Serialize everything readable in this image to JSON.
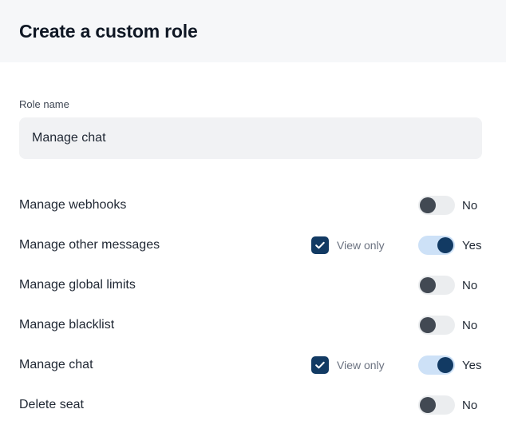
{
  "header": {
    "title": "Create a custom role",
    "background": "#f6f7f9"
  },
  "form": {
    "role_name": {
      "label": "Role name",
      "value": "Manage chat",
      "placeholder": "Role name"
    }
  },
  "colors": {
    "accent_navy": "#123a63",
    "toggle_on_track": "#cde1f7",
    "toggle_off_track": "#ebedef",
    "toggle_off_knob": "#424953",
    "text_primary": "#1f2733",
    "text_muted": "#6b7280"
  },
  "permissions": {
    "view_only_label": "View only",
    "state_labels": {
      "on": "Yes",
      "off": "No"
    },
    "rows": [
      {
        "label": "Manage webhooks",
        "has_view_only": false,
        "view_only_label": "",
        "view_only_checked": false,
        "enabled": false,
        "state_label": "No"
      },
      {
        "label": "Manage other messages",
        "has_view_only": true,
        "view_only_label": "View only",
        "view_only_checked": true,
        "enabled": true,
        "state_label": "Yes"
      },
      {
        "label": "Manage global limits",
        "has_view_only": false,
        "view_only_label": "",
        "view_only_checked": false,
        "enabled": false,
        "state_label": "No"
      },
      {
        "label": "Manage blacklist",
        "has_view_only": false,
        "view_only_label": "",
        "view_only_checked": false,
        "enabled": false,
        "state_label": "No"
      },
      {
        "label": "Manage chat",
        "has_view_only": true,
        "view_only_label": "View only",
        "view_only_checked": true,
        "enabled": true,
        "state_label": "Yes"
      },
      {
        "label": "Delete seat",
        "has_view_only": false,
        "view_only_label": "",
        "view_only_checked": false,
        "enabled": false,
        "state_label": "No"
      }
    ]
  }
}
